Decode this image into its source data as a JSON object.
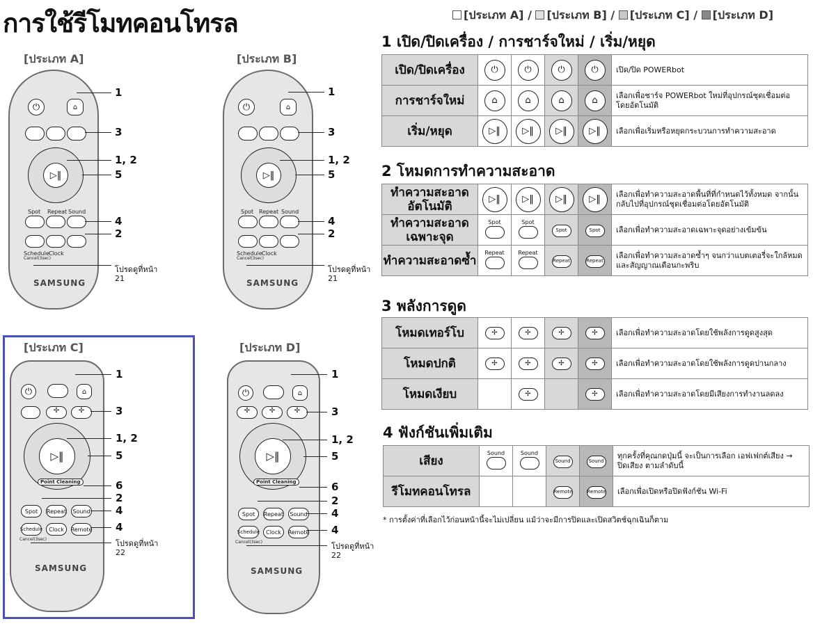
{
  "title": "การใช้รีโมทคอนโทรล",
  "legend": {
    "a": "[ประเภท A]",
    "b": "[ประเภท B]",
    "c": "[ประเภท C]",
    "d": "[ประเภท D]",
    "sep": "/"
  },
  "remotes": {
    "a": {
      "label": "[ประเภท A]",
      "brand": "SAMSUNG",
      "callouts": [
        "1",
        "3",
        "1, 2",
        "5",
        "4",
        "2"
      ],
      "see_page": "โปรดดูที่หน้า",
      "page": "21",
      "btn_spot": "Spot",
      "btn_repeat": "Repeat",
      "btn_sound": "Sound",
      "btn_schedule": "Schedule",
      "btn_cancel": "Cancel(3sec)",
      "btn_clock": "Clock"
    },
    "b": {
      "label": "[ประเภท B]",
      "brand": "SAMSUNG",
      "callouts": [
        "1",
        "3",
        "1, 2",
        "5",
        "4",
        "2"
      ],
      "see_page": "โปรดดูที่หน้า",
      "page": "21",
      "btn_spot": "Spot",
      "btn_repeat": "Repeat",
      "btn_sound": "Sound",
      "btn_schedule": "Schedule",
      "btn_cancel": "Cancel(3sec)",
      "btn_clock": "Clock"
    },
    "c": {
      "label": "[ประเภท C]",
      "brand": "SAMSUNG",
      "callouts": [
        "1",
        "3",
        "1, 2",
        "5",
        "6",
        "2",
        "4",
        "4"
      ],
      "see_page": "โปรดดูที่หน้า",
      "page": "22",
      "btn_spot": "Spot",
      "btn_repeat": "Repeat",
      "btn_sound": "Sound",
      "btn_schedule": "Schedule",
      "btn_cancel": "Cancel(3sec)",
      "btn_clock": "Clock",
      "btn_remote": "Remote",
      "ring": "Point Cleaning"
    },
    "d": {
      "label": "[ประเภท D]",
      "brand": "SAMSUNG",
      "callouts": [
        "1",
        "3",
        "1, 2",
        "5",
        "6",
        "2",
        "4",
        "4"
      ],
      "see_page": "โปรดดูที่หน้า",
      "page": "22",
      "btn_spot": "Spot",
      "btn_repeat": "Repeat",
      "btn_sound": "Sound",
      "btn_schedule": "Schedule",
      "btn_cancel": "Cancel(3sec)",
      "btn_clock": "Clock",
      "btn_remote": "Remote",
      "ring": "Point Cleaning"
    }
  },
  "sections": [
    {
      "title": "1 เปิด/ปิดเครื่อง / การชาร์จใหม่ / เริ่ม/หยุด",
      "rows": [
        {
          "label": "เปิด/ปิดเครื่อง",
          "desc": "เปิด/ปิด POWERbot"
        },
        {
          "label": "การชาร์จใหม่",
          "desc": "เลือกเพื่อชาร์จ POWERbot ใหม่ที่อุปกรณ์ชุดเชื่อมต่อโดยอัตโนมัติ"
        },
        {
          "label": "เริ่ม/หยุด",
          "desc": "เลือกเพื่อเริ่มหรือหยุดกระบวนการทำความสะอาด"
        }
      ]
    },
    {
      "title": "2 โหมดการทำความสะอาด",
      "rows": [
        {
          "label": "ทำความสะอาดอัตโนมัติ",
          "desc": "เลือกเพื่อทำความสะอาดพื้นที่ที่กำหนดไว้ทั้งหมด จากนั้นกลับไปที่อุปกรณ์ชุดเชื่อมต่อโดยอัตโนมัติ"
        },
        {
          "label": "ทำความสะอาดเฉพาะจุด",
          "desc": "เลือกเพื่อทำความสะอาดเฉพาะจุดอย่างเข้มข้น",
          "btn": "Spot"
        },
        {
          "label": "ทำความสะอาดซ้ำ",
          "desc": "เลือกเพื่อทำความสะอาดซ้ำๆ จนกว่าแบตเตอรี่จะใกล้หมดและสัญญาณเตือนกะพริบ",
          "btn": "Repeat"
        }
      ]
    },
    {
      "title": "3 พลังการดูด",
      "rows": [
        {
          "label": "โหมดเทอร์โบ",
          "desc": "เลือกเพื่อทำความสะอาดโดยใช้พลังการดูดสูงสุด"
        },
        {
          "label": "โหมดปกติ",
          "desc": "เลือกเพื่อทำความสะอาดโดยใช้พลังการดูดปานกลาง"
        },
        {
          "label": "โหมดเงียบ",
          "desc": "เลือกเพื่อทำความสะอาดโดยมีเสียงการทำงานลดลง"
        }
      ]
    },
    {
      "title": "4 ฟังก์ชันเพิ่มเติม",
      "rows": [
        {
          "label": "เสียง",
          "desc": "ทุกครั้งที่คุณกดปุ่มนี้ จะเป็นการเลือก เอฟเฟกต์เสียง → ปิดเสียง ตามลำดับนี้",
          "btn": "Sound"
        },
        {
          "label": "รีโมทคอนโทรล",
          "desc": "เลือกเพื่อเปิดหรือปิดฟังก์ชัน Wi-Fi",
          "btn": "Remote"
        }
      ]
    }
  ],
  "footnote": "* การตั้งค่าที่เลือกไว้ก่อนหน้านี้จะไม่เปลี่ยน แม้ว่าจะมีการปิดและเปิดสวิตช์ฉุกเฉินก็ตาม",
  "icons": {
    "power": "power-icon",
    "home": "home-charge-icon",
    "play": "play-pause-icon",
    "fan": "fan-icon"
  }
}
